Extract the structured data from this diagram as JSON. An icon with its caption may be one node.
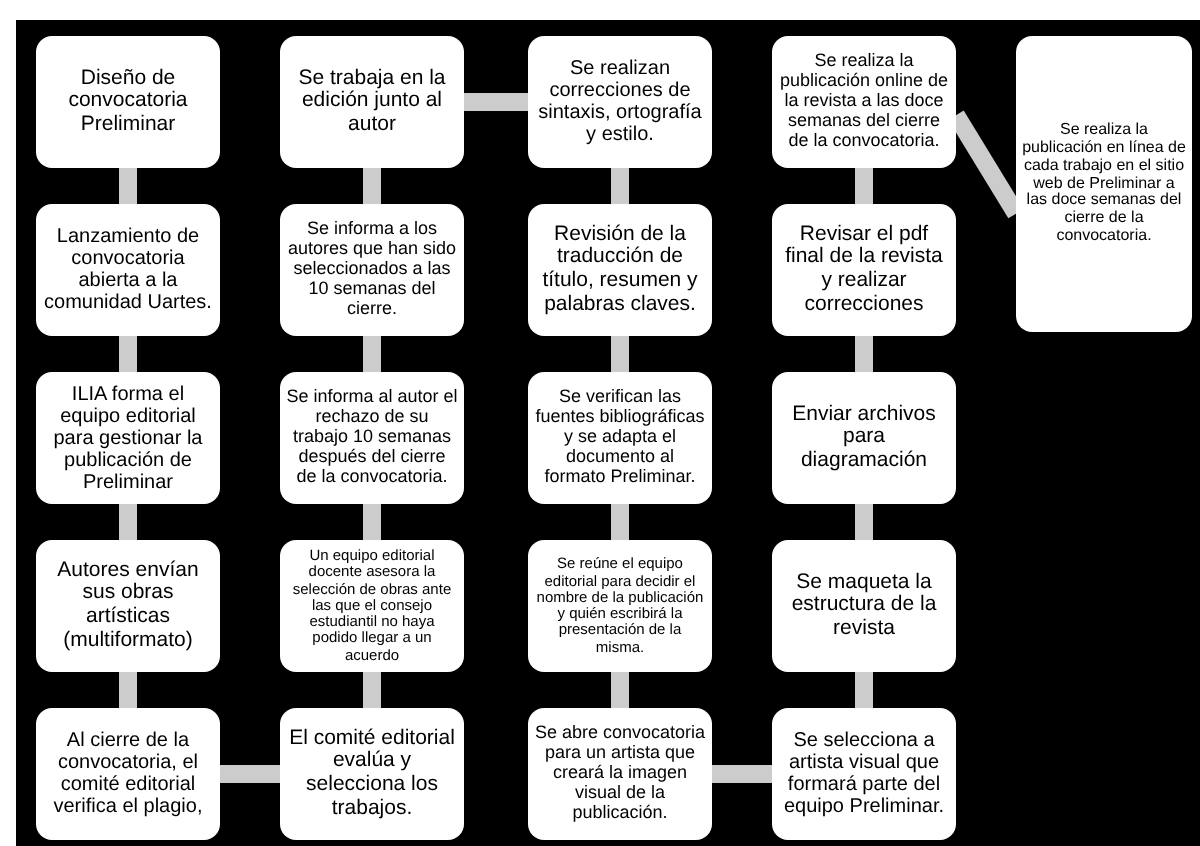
{
  "diagram": {
    "nodes": [
      {
        "text": [
          "Diseño de convocatoria Preliminar"
        ]
      },
      {
        "text": [
          "Lanzamiento de convocatoria abierta a la comunidad Uartes."
        ]
      },
      {
        "text": [
          "ILIA forma el equipo editorial para gestionar la publicación de Preliminar"
        ]
      },
      {
        "text": [
          "Autores envían sus obras artísticas (multiformato)"
        ]
      },
      {
        "text": [
          "Al cierre de la convocatoria, el comité editorial verifica el plagio,"
        ]
      },
      {
        "text": [
          "Se trabaja en la edición junto al autor"
        ]
      },
      {
        "text": [
          "Se informa a los autores que han sido seleccionados a las 10 semanas del cierre."
        ]
      },
      {
        "text": [
          "Se informa al autor el rechazo de su trabajo 10 semanas después del cierre de la convocatoria."
        ]
      },
      {
        "text": [
          "Un equipo editorial docente asesora la selección de obras ante las que el consejo estudiantil no haya podido llegar a un acuerdo"
        ]
      },
      {
        "text": [
          "El comité editorial evalúa y selecciona los trabajos."
        ]
      },
      {
        "text": [
          "Se realizan correcciones de sintaxis, ortografía y estilo."
        ]
      },
      {
        "text": [
          "Revisión de la traducción de título, resumen y palabras claves."
        ]
      },
      {
        "text": [
          "Se verifican las fuentes bibliográficas y se adapta el documento al formato Preliminar."
        ]
      },
      {
        "text": [
          "Se reúne el equipo editorial para decidir el nombre de la publicación y quién escribirá la presentación de la misma."
        ]
      },
      {
        "text": [
          "Se abre convocatoria para un artista que creará la imagen visual de la publicación."
        ]
      },
      {
        "text": [
          "Se realiza la publicación online de la revista a las doce semanas del cierre de la convocatoria."
        ]
      },
      {
        "text": [
          "Revisar el pdf final de la revista y realizar correcciones"
        ]
      },
      {
        "text": [
          "Enviar archivos para diagramación"
        ]
      },
      {
        "text": [
          "Se maqueta la estructura de la revista"
        ]
      },
      {
        "text": [
          "Se selecciona a artista visual que formará parte del equipo Preliminar."
        ]
      },
      {
        "text": [
          "Se realiza la publicación en línea de cada trabajo en el sitio web de Preliminar a las doce semanas del cierre de la convocatoria."
        ]
      }
    ],
    "edges": [
      {
        "from": 0,
        "to": 1,
        "arrow": "none"
      },
      {
        "from": 1,
        "to": 2,
        "arrow": "none"
      },
      {
        "from": 2,
        "to": 3,
        "arrow": "none"
      },
      {
        "from": 3,
        "to": 4,
        "arrow": "none"
      },
      {
        "from": 4,
        "to": 9,
        "arrow": "none"
      },
      {
        "from": 9,
        "to": 8,
        "arrow": "none"
      },
      {
        "from": 8,
        "to": 7,
        "arrow": "none"
      },
      {
        "from": 7,
        "to": 6,
        "arrow": "none"
      },
      {
        "from": 6,
        "to": 5,
        "arrow": "none"
      },
      {
        "from": 5,
        "to": 10,
        "arrow": "none"
      },
      {
        "from": 10,
        "to": 11,
        "arrow": "none"
      },
      {
        "from": 11,
        "to": 12,
        "arrow": "none"
      },
      {
        "from": 12,
        "to": 13,
        "arrow": "none"
      },
      {
        "from": 13,
        "to": 14,
        "arrow": "none"
      },
      {
        "from": 14,
        "to": 19,
        "arrow": "none"
      },
      {
        "from": 19,
        "to": 18,
        "arrow": "none"
      },
      {
        "from": 18,
        "to": 17,
        "arrow": "none"
      },
      {
        "from": 17,
        "to": 16,
        "arrow": "none"
      },
      {
        "from": 16,
        "to": 15,
        "arrow": "none"
      },
      {
        "from": 15,
        "to": 20,
        "arrow": "none"
      }
    ]
  }
}
